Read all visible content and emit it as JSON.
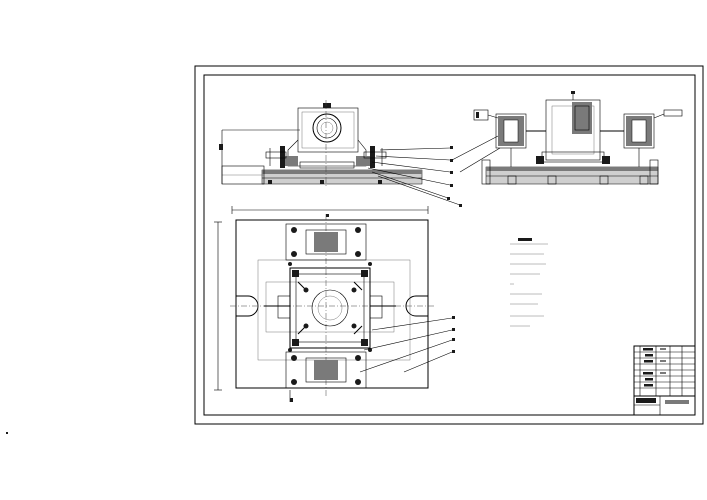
{
  "drawing": {
    "type": "fixture-assembly-drawing",
    "sheet": "landscape",
    "views": [
      "front-section",
      "side-section",
      "top-plan"
    ],
    "balloon_count_front": 6,
    "balloon_count_top": 4,
    "notes_lines": 7,
    "title_block_rows": 8
  }
}
